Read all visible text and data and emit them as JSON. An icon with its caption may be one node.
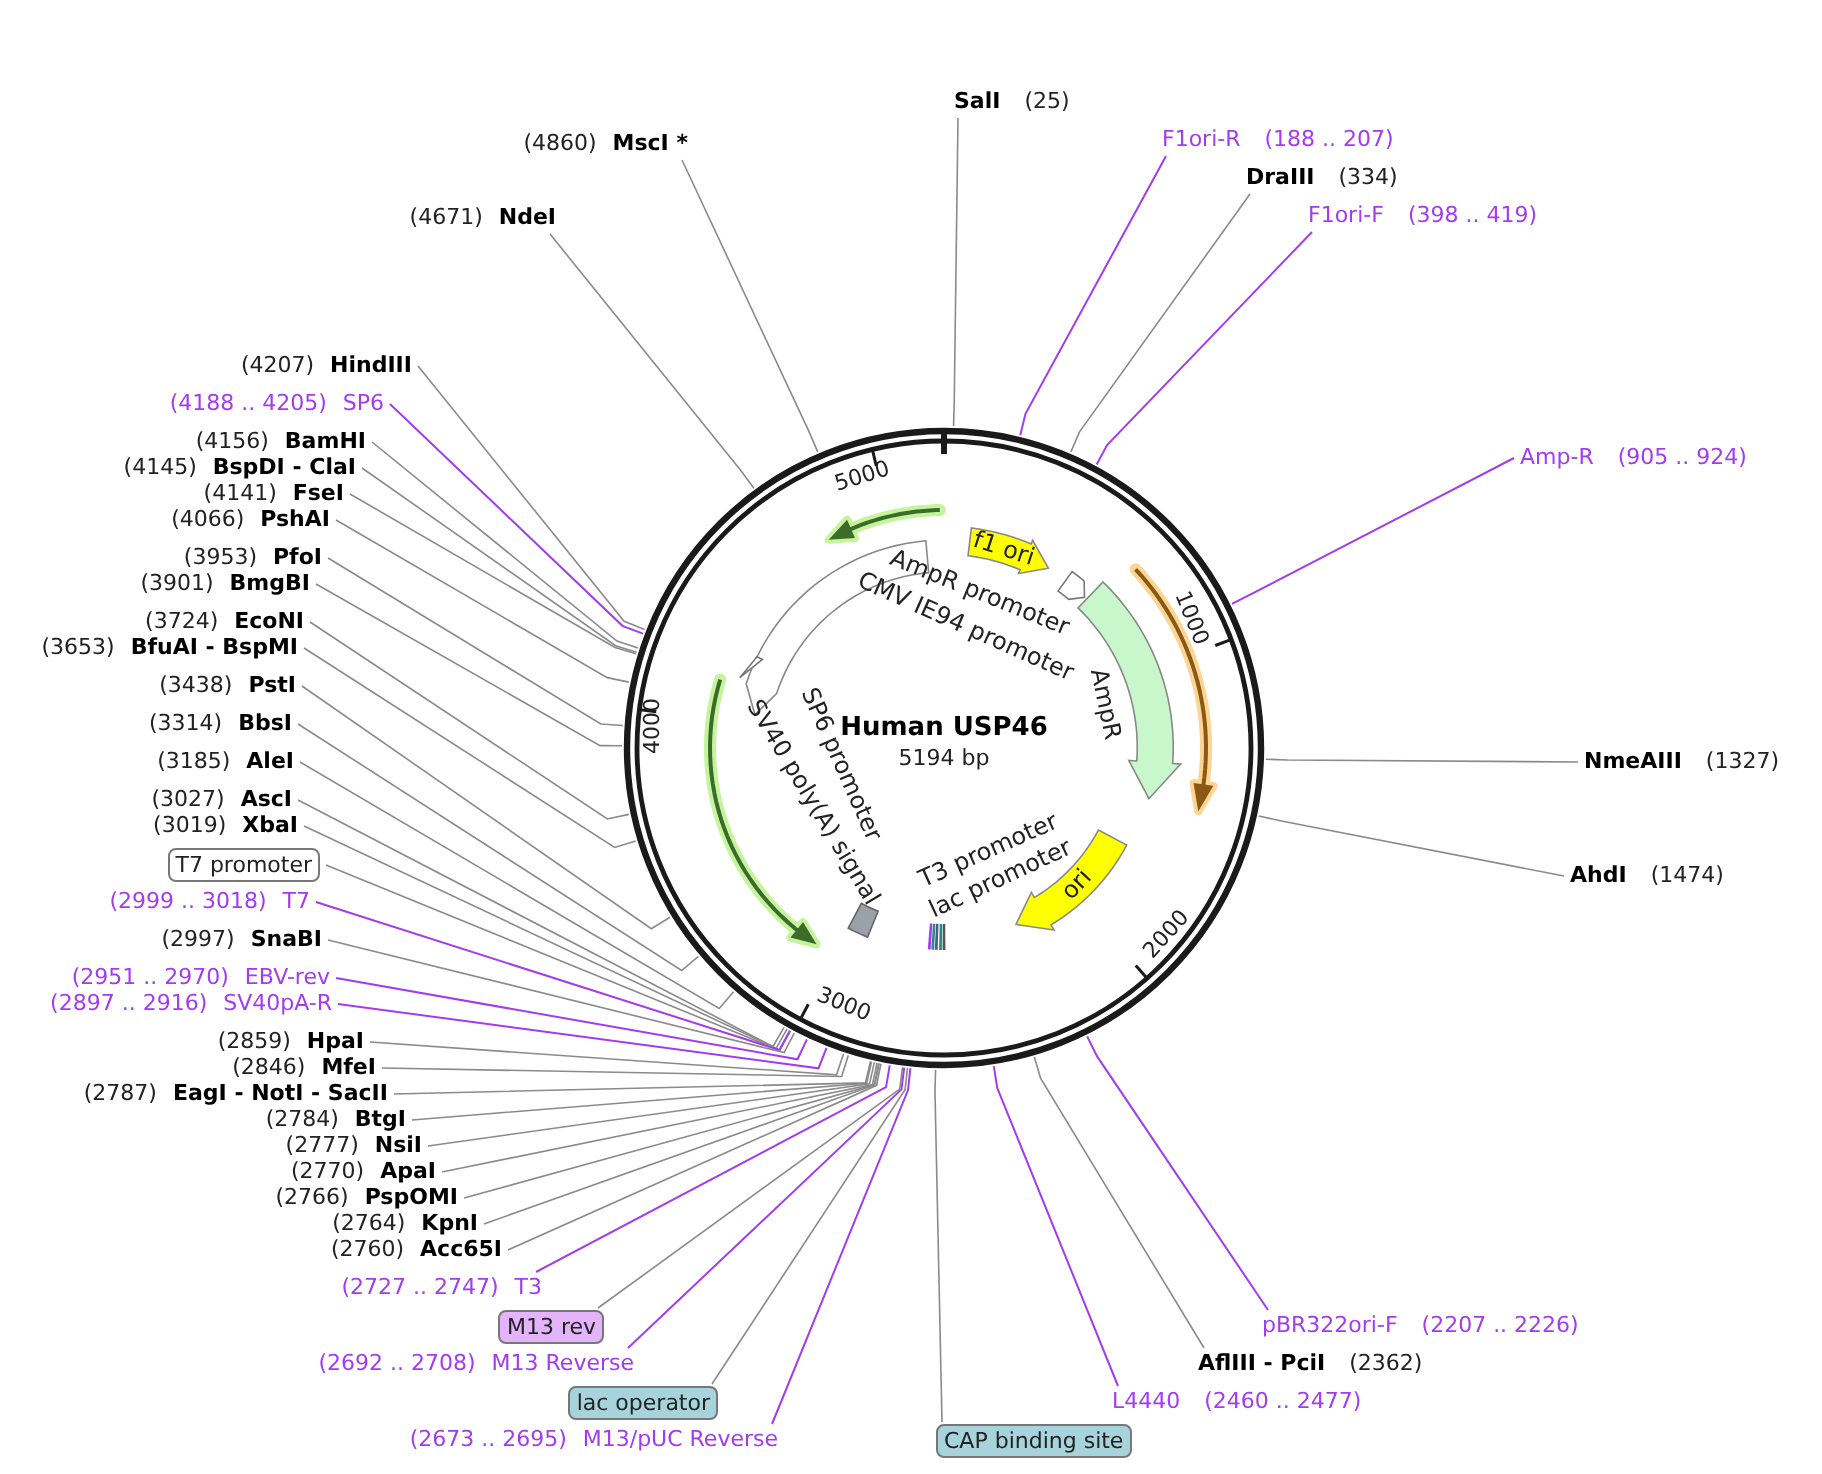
{
  "diagram": {
    "title": "Human USP46",
    "nodes": [
      {
        "text": [
          "SalI",
          "(25)"
        ]
      },
      {
        "text": [
          "(4860)",
          "MscI *"
        ]
      },
      {
        "text": [
          "F1ori-R",
          "(188 .. 207)"
        ]
      },
      {
        "text": [
          "DraIII",
          "(334)"
        ]
      },
      {
        "text": [
          "(4671)",
          "NdeI"
        ]
      },
      {
        "text": [
          "F1ori-F",
          "(398 .. 419)"
        ]
      },
      {
        "text": [
          "(4207)",
          "HindIII"
        ]
      },
      {
        "text": [
          "(4188 .. 4205)",
          "SP6"
        ]
      },
      {
        "text": [
          "(4156)",
          "BamHI"
        ]
      },
      {
        "text": [
          "(4145)",
          "BspDI - ClaI"
        ]
      },
      {
        "text": [
          "Amp-R",
          "(905 .. 924)"
        ]
      },
      {
        "text": [
          "(4141)",
          "FseI"
        ]
      },
      {
        "text": [
          "(4066)",
          "PshAI"
        ]
      },
      {
        "text": [
          "(3953)",
          "PfoI"
        ]
      },
      {
        "text": [
          "(3901)",
          "BmgBI"
        ]
      },
      {
        "text": [
          "(3724)",
          "EcoNI"
        ]
      },
      {
        "text": [
          "(3653)",
          "BfuAI - BspMI"
        ]
      },
      {
        "text": [
          "(3438)",
          "PstI"
        ]
      },
      {
        "text": [
          "(3314)",
          "BbsI"
        ]
      },
      {
        "text": [
          "(3185)",
          "AleI"
        ]
      },
      {
        "text": [
          "NmeAIII",
          "(1327)"
        ]
      },
      {
        "text": [
          "(3027)",
          "AscI"
        ]
      },
      {
        "text": [
          "(3019)",
          "XbaI"
        ]
      },
      {
        "text": [
          "T7 promoter"
        ]
      },
      {
        "text": [
          "AhdI",
          "(1474)"
        ]
      },
      {
        "text": [
          "(2999 .. 3018)",
          "T7"
        ]
      },
      {
        "text": [
          "(2997)",
          "SnaBI"
        ]
      },
      {
        "text": [
          "(2951 .. 2970)",
          "EBV-rev"
        ]
      },
      {
        "text": [
          "(2897 .. 2916)",
          "SV40pA-R"
        ]
      },
      {
        "text": [
          "(2859)",
          "HpaI"
        ]
      },
      {
        "text": [
          "(2846)",
          "MfeI"
        ]
      },
      {
        "text": [
          "(2787)",
          "EagI - NotI - SacII"
        ]
      },
      {
        "text": [
          "(2784)",
          "BtgI"
        ]
      },
      {
        "text": [
          "(2777)",
          "NsiI"
        ]
      },
      {
        "text": [
          "(2770)",
          "ApaI"
        ]
      },
      {
        "text": [
          "(2766)",
          "PspOMI"
        ]
      },
      {
        "text": [
          "(2764)",
          "KpnI"
        ]
      },
      {
        "text": [
          "(2760)",
          "Acc65I"
        ]
      },
      {
        "text": [
          "(2727 .. 2747)",
          "T3"
        ]
      },
      {
        "text": [
          "M13 rev"
        ]
      },
      {
        "text": [
          "pBR322ori-F",
          "(2207 .. 2226)"
        ]
      },
      {
        "text": [
          "(2692 .. 2708)",
          "M13 Reverse"
        ]
      },
      {
        "text": [
          "AflIII - PciI",
          "(2362)"
        ]
      },
      {
        "text": [
          "lac operator"
        ]
      },
      {
        "text": [
          "L4440",
          "(2460 .. 2477)"
        ]
      },
      {
        "text": [
          "(2673 .. 2695)",
          "M13/pUC Reverse"
        ]
      },
      {
        "text": [
          "CAP binding site"
        ]
      },
      {
        "text": [
          "f1 ori"
        ]
      },
      {
        "text": [
          "ori"
        ]
      },
      {
        "text": [
          "AmpR"
        ]
      }
    ],
    "edges": [
      {
        "from": 0,
        "to": null,
        "arrow": "none"
      },
      {
        "from": 1,
        "to": null,
        "arrow": "none"
      },
      {
        "from": 2,
        "to": null,
        "arrow": "none",
        "color": "#a23cf0"
      },
      {
        "from": 3,
        "to": null,
        "arrow": "none"
      },
      {
        "from": 4,
        "to": null,
        "arrow": "none"
      },
      {
        "from": 5,
        "to": null,
        "arrow": "none",
        "color": "#a23cf0"
      },
      {
        "from": 6,
        "to": null,
        "arrow": "none"
      },
      {
        "from": 7,
        "to": null,
        "arrow": "none",
        "color": "#a23cf0"
      },
      {
        "from": 8,
        "to": null,
        "arrow": "none"
      },
      {
        "from": 9,
        "to": null,
        "arrow": "none"
      },
      {
        "from": 10,
        "to": null,
        "arrow": "none",
        "color": "#a23cf0"
      },
      {
        "from": 11,
        "to": null,
        "arrow": "none"
      },
      {
        "from": 12,
        "to": null,
        "arrow": "none"
      },
      {
        "from": 13,
        "to": null,
        "arrow": "none"
      },
      {
        "from": 14,
        "to": null,
        "arrow": "none"
      },
      {
        "from": 15,
        "to": null,
        "arrow": "none"
      },
      {
        "from": 16,
        "to": null,
        "arrow": "none"
      },
      {
        "from": 17,
        "to": null,
        "arrow": "none"
      },
      {
        "from": 18,
        "to": null,
        "arrow": "none"
      },
      {
        "from": 19,
        "to": null,
        "arrow": "none"
      },
      {
        "from": 20,
        "to": null,
        "arrow": "none"
      },
      {
        "from": 21,
        "to": null,
        "arrow": "none"
      },
      {
        "from": 22,
        "to": null,
        "arrow": "none"
      },
      {
        "from": 23,
        "to": null,
        "arrow": "none"
      },
      {
        "from": 24,
        "to": null,
        "arrow": "none"
      },
      {
        "from": 25,
        "to": null,
        "arrow": "none",
        "color": "#a23cf0"
      },
      {
        "from": 26,
        "to": null,
        "arrow": "none"
      },
      {
        "from": 27,
        "to": null,
        "arrow": "none",
        "color": "#a23cf0"
      },
      {
        "from": 28,
        "to": null,
        "arrow": "none",
        "color": "#a23cf0"
      },
      {
        "from": 29,
        "to": null,
        "arrow": "none"
      },
      {
        "from": 30,
        "to": null,
        "arrow": "none"
      },
      {
        "from": 31,
        "to": null,
        "arrow": "none"
      },
      {
        "from": 32,
        "to": null,
        "arrow": "none"
      },
      {
        "from": 33,
        "to": null,
        "arrow": "none"
      },
      {
        "from": 34,
        "to": null,
        "arrow": "none"
      },
      {
        "from": 35,
        "to": null,
        "arrow": "none"
      },
      {
        "from": 36,
        "to": null,
        "arrow": "none"
      },
      {
        "from": 37,
        "to": null,
        "arrow": "none"
      },
      {
        "from": 38,
        "to": null,
        "arrow": "none",
        "color": "#a23cf0"
      },
      {
        "from": 39,
        "to": null,
        "arrow": "none"
      },
      {
        "from": 40,
        "to": null,
        "arrow": "none",
        "color": "#a23cf0"
      },
      {
        "from": 41,
        "to": null,
        "arrow": "none",
        "color": "#a23cf0"
      },
      {
        "from": 42,
        "to": null,
        "arrow": "none"
      },
      {
        "from": 43,
        "to": null,
        "arrow": "none"
      },
      {
        "from": 44,
        "to": null,
        "arrow": "none",
        "color": "#a23cf0"
      },
      {
        "from": 45,
        "to": null,
        "arrow": "none",
        "color": "#a23cf0"
      },
      {
        "from": 46,
        "to": null,
        "arrow": "none"
      }
    ],
    "labels": [
      "5000",
      "AmpR promoter",
      "1000",
      "CMV IE94 promoter",
      "4000",
      "SP6 promoter",
      "5194 bp",
      "SV40 poly(A) signal",
      "T3 promoter",
      "lac promoter",
      "2000",
      "3000"
    ]
  }
}
